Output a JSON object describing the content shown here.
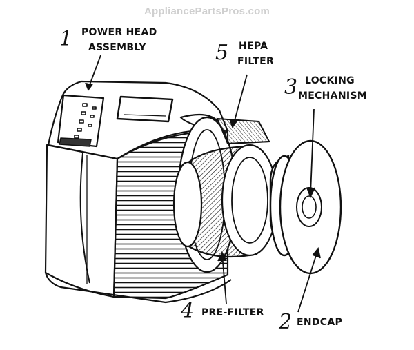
{
  "watermark": "AppliancePartsPros.com",
  "callouts": [
    {
      "number": "1",
      "lines": [
        "POWER HEAD",
        "ASSEMBLY"
      ]
    },
    {
      "number": "2",
      "lines": [
        "ENDCAP"
      ]
    },
    {
      "number": "3",
      "lines": [
        "LOCKING",
        "MECHANISM"
      ]
    },
    {
      "number": "4",
      "lines": [
        "PRE-FILTER"
      ]
    },
    {
      "number": "5",
      "lines": [
        "HEPA",
        "FILTER"
      ]
    }
  ]
}
